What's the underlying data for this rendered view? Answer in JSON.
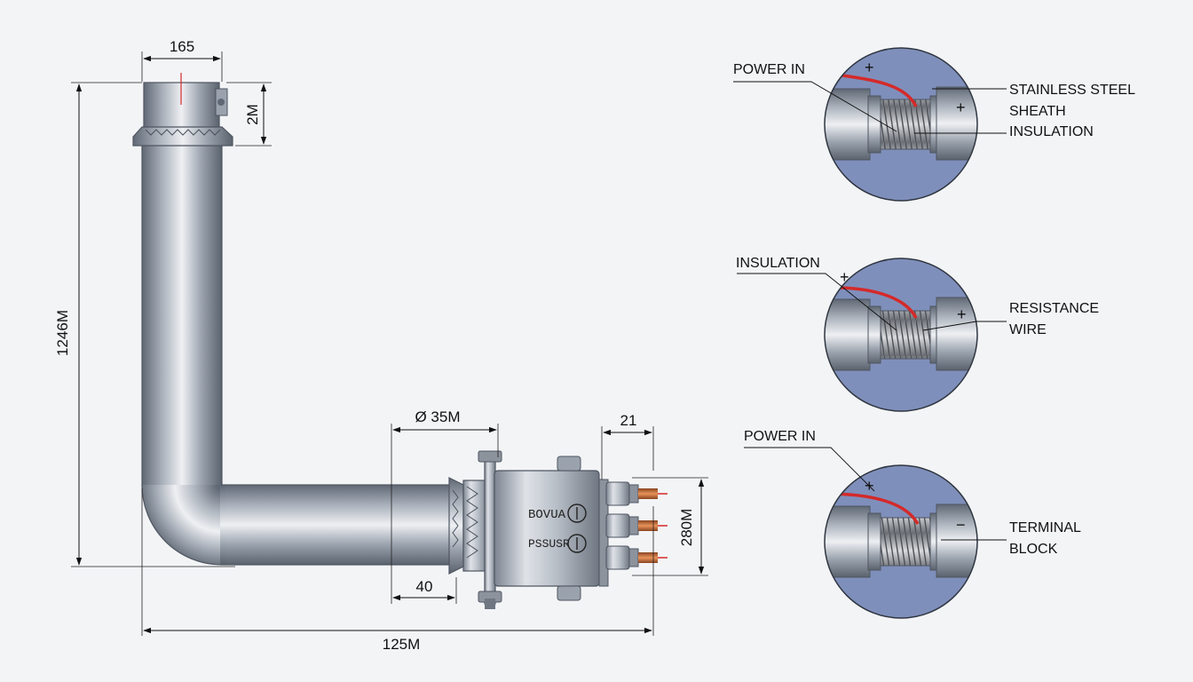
{
  "dimensions": {
    "flange_width": "165",
    "flange_height": "2M",
    "total_height": "1246M",
    "total_length": "125M",
    "pipe_diameter": "Ø 35M",
    "collar_length": "40",
    "terminal_length": "21",
    "terminal_height": "280M"
  },
  "housing": {
    "text_line1": "BOVUA",
    "text_line2": "PSSUSR"
  },
  "details": [
    {
      "label_a": "POWER IN",
      "label_b1": "STAINLESS STEEL",
      "label_b2": "SHEATH",
      "label_c": "INSULATION",
      "sign_left": "+",
      "sign_right": "+"
    },
    {
      "label_a": "INSULATION",
      "label_b1": "RESISTANCE",
      "label_b2": "WIRE",
      "sign_left": "+",
      "sign_right": "+"
    },
    {
      "label_a": "POWER IN",
      "label_b1": "TERMINAL",
      "label_b2": "BLOCK",
      "sign_left": "+",
      "sign_right": "−"
    }
  ],
  "colors": {
    "steel_dark": "#6d7683",
    "steel_light": "#e6e9ee",
    "detail_bg": "#7f8fbb",
    "wire_red": "#d42a2a",
    "copper": "#c8723e"
  }
}
